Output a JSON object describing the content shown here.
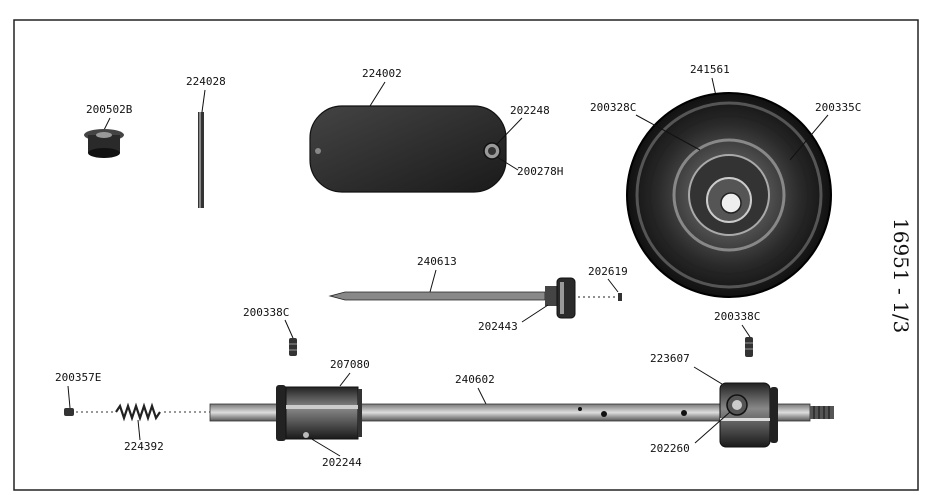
{
  "labels": {
    "p200502B": "200502B",
    "p224028": "224028",
    "p224002": "224002",
    "p202248": "202248",
    "p200278H": "200278H",
    "p241561": "241561",
    "p200328C": "200328C",
    "p200335C": "200335C",
    "p240613": "240613",
    "p202619": "202619",
    "p202443": "202443",
    "p200338C_left": "200338C",
    "p200338C_right": "200338C",
    "p223607": "223607",
    "p207080": "207080",
    "p240602": "240602",
    "p200357E": "200357E",
    "p224392": "224392",
    "p202244": "202244",
    "p202260": "202260"
  },
  "sheet_code": "16951 - 1/3"
}
